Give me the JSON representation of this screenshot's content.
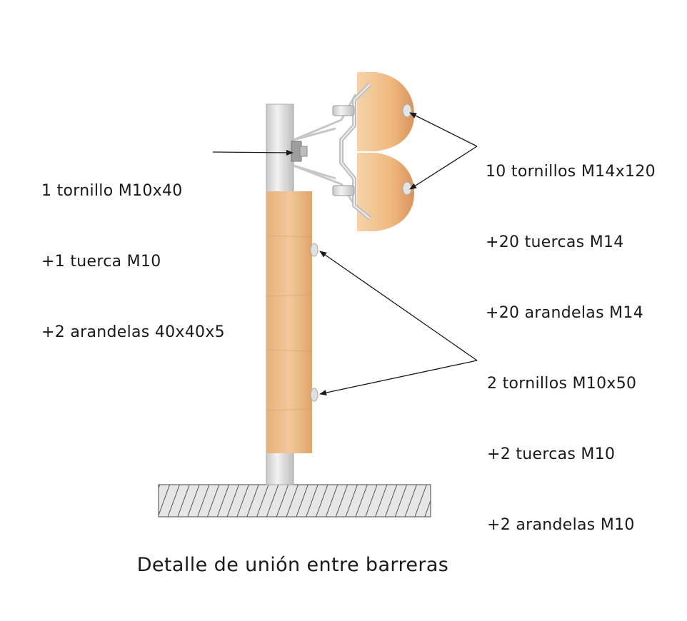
{
  "callouts": {
    "barrier_bolt": {
      "line1": "1 tornillo M10x40",
      "line2": "+1 tuerca M10",
      "line3": "+2 arandelas 40x40x5"
    },
    "rail_bolts": {
      "line1": "10 tornillos M14x120",
      "line2": "+20 tuercas M14",
      "line3": "+20 arandelas M14"
    },
    "post_bolts": {
      "line1": "2 tornillos M10x50",
      "line2": "+2 tuercas M10",
      "line3": "+2 arandelas M10"
    }
  },
  "caption": "Detalle de unión entre barreras",
  "colors": {
    "wood_light": "#f2c496",
    "wood_dark": "#d9935a",
    "steel": "#d8d8d8",
    "ground_hatch": "#555555"
  }
}
